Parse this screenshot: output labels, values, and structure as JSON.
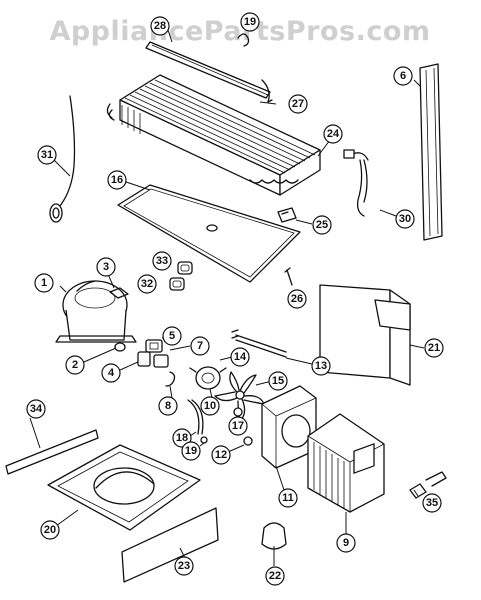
{
  "watermark": "AppliancePartsPros.com",
  "callouts": {
    "c28": "28",
    "c19a": "19",
    "c27": "27",
    "c6": "6",
    "c31": "31",
    "c24": "24",
    "c16": "16",
    "c25": "25",
    "c30": "30",
    "c33": "33",
    "c32": "32",
    "c26": "26",
    "c1": "1",
    "c3": "3",
    "c21": "21",
    "c5": "5",
    "c7": "7",
    "c14": "14",
    "c13": "13",
    "c2": "2",
    "c4": "4",
    "c8": "8",
    "c15": "15",
    "c10": "10",
    "c17": "17",
    "c34": "34",
    "c18": "18",
    "c19": "19",
    "c12": "12",
    "c11": "11",
    "c35": "35",
    "c20": "20",
    "c9": "9",
    "c23": "23",
    "c22": "22"
  }
}
